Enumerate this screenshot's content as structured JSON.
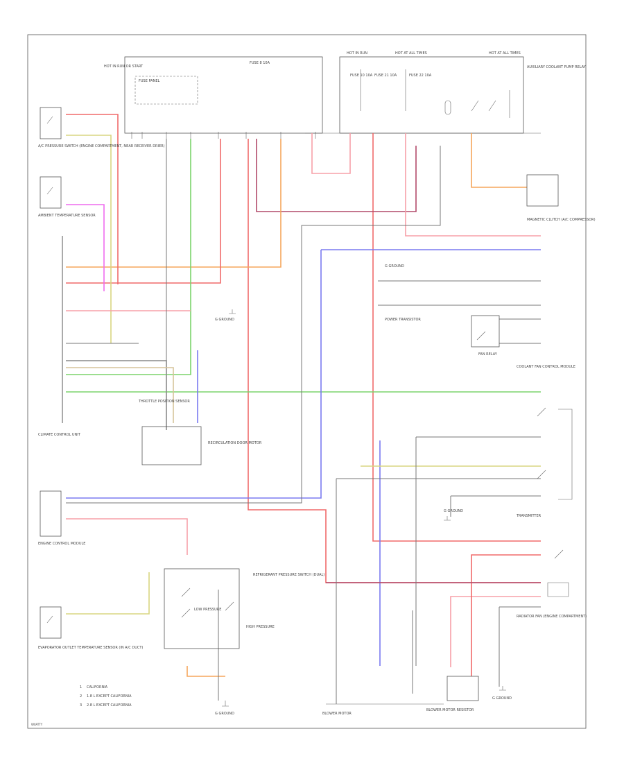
{
  "page_code": "W0ATTY",
  "legend": [
    {
      "num": "1",
      "text": "CALIFORNIA"
    },
    {
      "num": "2",
      "text": "1.8 L EXCEPT CALIFORNIA"
    },
    {
      "num": "3",
      "text": "2.8 L EXCEPT CALIFORNIA"
    }
  ],
  "components": {
    "ac_compressor_switch": "A/C PRESSURE SWITCH (ENGINE COMPARTMENT, NEAR RECEIVER DRIER)",
    "ambient_temp_sensor": "AMBIENT TEMPERATURE SENSOR",
    "climate_control_unit": "CLIMATE CONTROL UNIT",
    "recirc_door_motor": "RECIRCULATION DOOR MOTOR",
    "evaporator_temp_sensor": "EVAPORATOR OUTLET TEMPERATURE SENSOR (IN A/C DUCT)",
    "ecm": "ENGINE CONTROL MODULE",
    "hot_at_all_times": "HOT AT ALL TIMES",
    "hot_in_run": "HOT IN RUN",
    "hot_in_run_start": "HOT IN RUN OR START",
    "fuse_10": "FUSE 10 10A",
    "fuse_21": "FUSE 21 10A",
    "fuse_22": "FUSE 22 10A",
    "fuse_8": "FUSE 8 10A",
    "magnetic_clutch": "MAGNETIC CLUTCH (A/C COMPRESSOR)",
    "fuse_panel": "FUSE PANEL",
    "blower_motor": "BLOWER MOTOR",
    "blower_resistor": "BLOWER MOTOR RESISTOR",
    "power_transistor": "POWER TRANSISTOR",
    "dual_pressure_switch": "REFRIGERANT PRESSURE SWITCH (DUAL)",
    "high_pressure": "HIGH PRESSURE",
    "low_pressure": "LOW PRESSURE",
    "coolant_fan_control": "COOLANT FAN CONTROL MODULE",
    "ground_g1": "G GROUND",
    "ground_g2": "G GROUND",
    "ground_g3": "G GROUND",
    "ground_g4": "G GROUND",
    "transmitter": "TRANSMITTER",
    "fan_relay": "FAN RELAY",
    "radiator_fan": "RADIATOR FAN (ENGINE COMPARTMENT)",
    "aux_coolant_pump": "AUXILIARY COOLANT PUMP RELAY",
    "throttle_info": "THROTTLE POSITION SENSOR"
  },
  "wire_colors": {
    "red": "#f06a6a",
    "orange": "#f5a65b",
    "green": "#7bd36b",
    "blue": "#7a7af0",
    "pink": "#f7b7c8",
    "magenta": "#ee6cee",
    "yellow": "#d9d680",
    "gray": "#8a8a8a",
    "dark_red": "#b24a6a",
    "black": "#444444",
    "tan": "#d6c49a"
  }
}
